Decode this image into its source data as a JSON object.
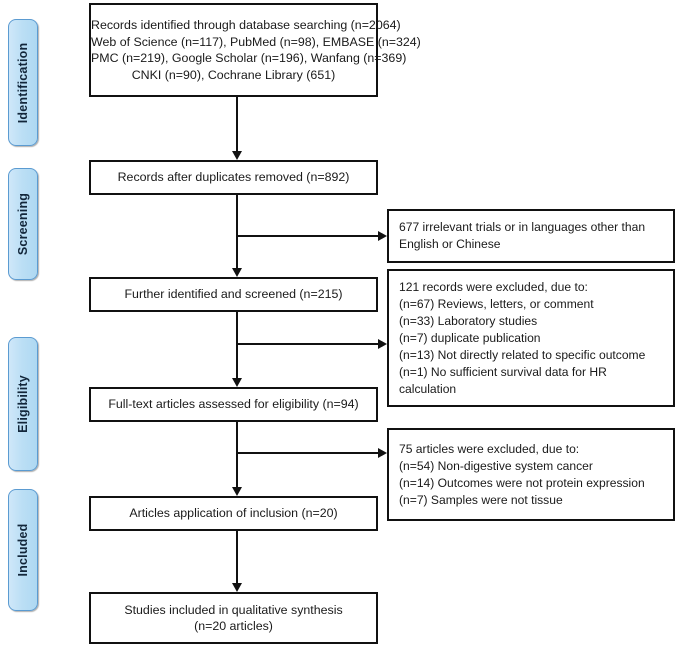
{
  "diagram": {
    "title": "PRISMA study selection flow diagram",
    "colors": {
      "stage_tab_fill": "#bcdff5",
      "stage_tab_border": "#5b9bd1",
      "box_border": "#111111",
      "box_fill": "#ffffff",
      "connector": "#111111"
    }
  },
  "stages": [
    {
      "id": "identification",
      "label": "Identification"
    },
    {
      "id": "screening",
      "label": "Screening"
    },
    {
      "id": "eligibility",
      "label": "Eligibility"
    },
    {
      "id": "included",
      "label": "Included"
    }
  ],
  "boxes": {
    "records_identified": {
      "lines": [
        "Records identified through database searching (n=2064)",
        "Web of Science (n=117), PubMed (n=98), EMBASE (n=324)",
        "PMC (n=219), Google Scholar (n=196), Wanfang (n=369)",
        "CNKI (n=90), Cochrane Library (651)"
      ]
    },
    "duplicates_removed": {
      "lines": [
        "Records after duplicates removed (n=892)"
      ]
    },
    "excluded_irrelevant": {
      "lines": [
        "677 irrelevant trials or in languages other than",
        "English or Chinese"
      ]
    },
    "further_screened": {
      "lines": [
        "Further identified and screened (n=215)"
      ]
    },
    "excluded_121": {
      "lines": [
        "121 records were excluded, due to:",
        "(n=67) Reviews, letters, or comment",
        "(n=33) Laboratory studies",
        "(n=7) duplicate publication",
        "(n=13) Not directly related to specific outcome",
        "(n=1) No sufficient survival data for HR",
        "calculation"
      ]
    },
    "fulltext_assessed": {
      "lines": [
        "Full-text articles assessed for eligibility (n=94)"
      ]
    },
    "excluded_75": {
      "lines": [
        "75 articles were excluded, due to:",
        "(n=54) Non-digestive system cancer",
        "(n=14) Outcomes were not protein expression",
        "(n=7) Samples were not tissue"
      ]
    },
    "articles_inclusion": {
      "lines": [
        "Articles application of inclusion (n=20)"
      ]
    },
    "studies_included": {
      "lines": [
        "Studies included in qualitative synthesis",
        "(n=20 articles)"
      ]
    }
  },
  "chart_data": {
    "type": "diagram",
    "title": "PRISMA flow of study selection",
    "nodes": [
      {
        "stage": "Identification",
        "label": "Records identified through database searching",
        "n": 2064,
        "sources": [
          {
            "name": "Web of Science",
            "n": 117
          },
          {
            "name": "PubMed",
            "n": 98
          },
          {
            "name": "EMBASE",
            "n": 324
          },
          {
            "name": "PMC",
            "n": 219
          },
          {
            "name": "Google Scholar",
            "n": 196
          },
          {
            "name": "Wanfang",
            "n": 369
          },
          {
            "name": "CNKI",
            "n": 90
          },
          {
            "name": "Cochrane Library",
            "n": 651
          }
        ]
      },
      {
        "stage": "Screening",
        "label": "Records after duplicates removed",
        "n": 892
      },
      {
        "stage": "Screening",
        "label": "Further identified and screened",
        "n": 215
      },
      {
        "stage": "Eligibility",
        "label": "Full-text articles assessed for eligibility",
        "n": 94
      },
      {
        "stage": "Included",
        "label": "Articles application of inclusion",
        "n": 20
      },
      {
        "stage": "Included",
        "label": "Studies included in qualitative synthesis",
        "n": 20
      }
    ],
    "exclusions": [
      {
        "after": "Records after duplicates removed",
        "n": 677,
        "reason": "irrelevant trials or in languages other than English or Chinese"
      },
      {
        "after": "Further identified and screened",
        "n": 121,
        "reasons": [
          {
            "n": 67,
            "reason": "Reviews, letters, or comment"
          },
          {
            "n": 33,
            "reason": "Laboratory studies"
          },
          {
            "n": 7,
            "reason": "duplicate publication"
          },
          {
            "n": 13,
            "reason": "Not directly related to specific outcome"
          },
          {
            "n": 1,
            "reason": "No sufficient survival data for HR calculation"
          }
        ]
      },
      {
        "after": "Full-text articles assessed for eligibility",
        "n": 75,
        "reasons": [
          {
            "n": 54,
            "reason": "Non-digestive system cancer"
          },
          {
            "n": 14,
            "reason": "Outcomes were not protein expression"
          },
          {
            "n": 7,
            "reason": "Samples were not tissue"
          }
        ]
      }
    ]
  }
}
